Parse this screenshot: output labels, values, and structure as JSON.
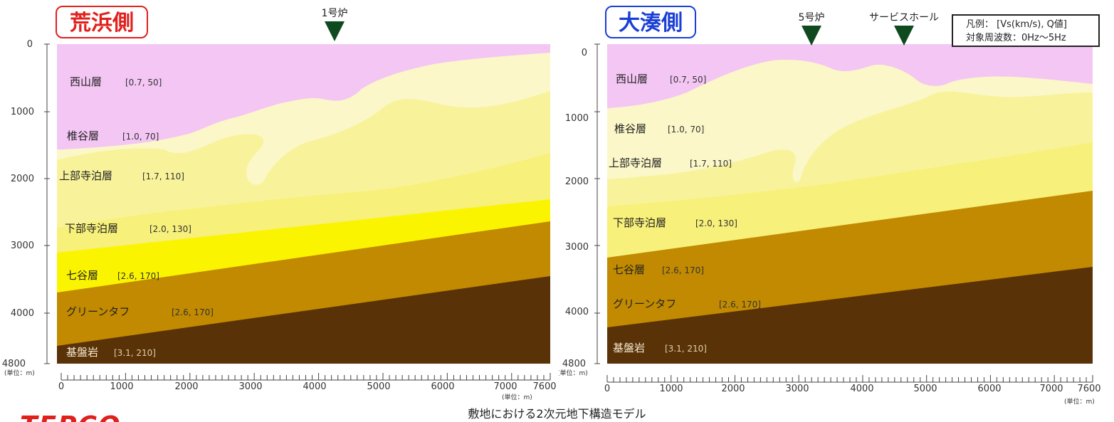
{
  "left": {
    "tag": "荒浜側",
    "markers": [
      "1号炉"
    ],
    "layers": [
      "西山層",
      "椎谷層",
      "上部寺泊層",
      "下部寺泊層",
      "七谷層",
      "グリーンタフ",
      "基盤岩"
    ],
    "params": [
      "[0.7, 50]",
      "[1.0, 70]",
      "[1.7, 110]",
      "[2.0, 130]",
      "[2.6, 170]",
      "[2.6, 170]",
      "[3.1, 210]"
    ]
  },
  "right": {
    "tag": "大湊側",
    "markers": [
      "5号炉",
      "サービスホール"
    ],
    "layers": [
      "西山層",
      "椎谷層",
      "上部寺泊層",
      "下部寺泊層",
      "七谷層",
      "グリーンタフ",
      "基盤岩"
    ],
    "params": [
      "[0.7, 50]",
      "[1.0, 70]",
      "[1.7, 110]",
      "[2.0, 130]",
      "[2.6, 170]",
      "[2.6, 170]",
      "[3.1, 210]"
    ]
  },
  "legend": {
    "line1": "凡例： [Vs(km/s), Q値]",
    "line2": "対象周波数：0Hz～5Hz"
  },
  "axes": {
    "depth_ticks": [
      "0",
      "1000",
      "2000",
      "3000",
      "4000",
      "4800"
    ],
    "distance_ticks": [
      "0",
      "1000",
      "2000",
      "3000",
      "4000",
      "5000",
      "6000",
      "7000",
      "7600"
    ],
    "unit_label": "(単位：m)"
  },
  "caption": "敷地における2次元地下構造モデル",
  "logo": "TEPCO",
  "colors": {
    "nishiyama": "#f4c6f4",
    "shiiya": "#fbf7c9",
    "upper_teradomari": "#f8f39a",
    "lower_teradomari": "#f7f07a",
    "nanatani": "#fbf400",
    "green_tuff": "#c18a00",
    "basement": "#5a3208",
    "marker": "#0f4a1e"
  }
}
